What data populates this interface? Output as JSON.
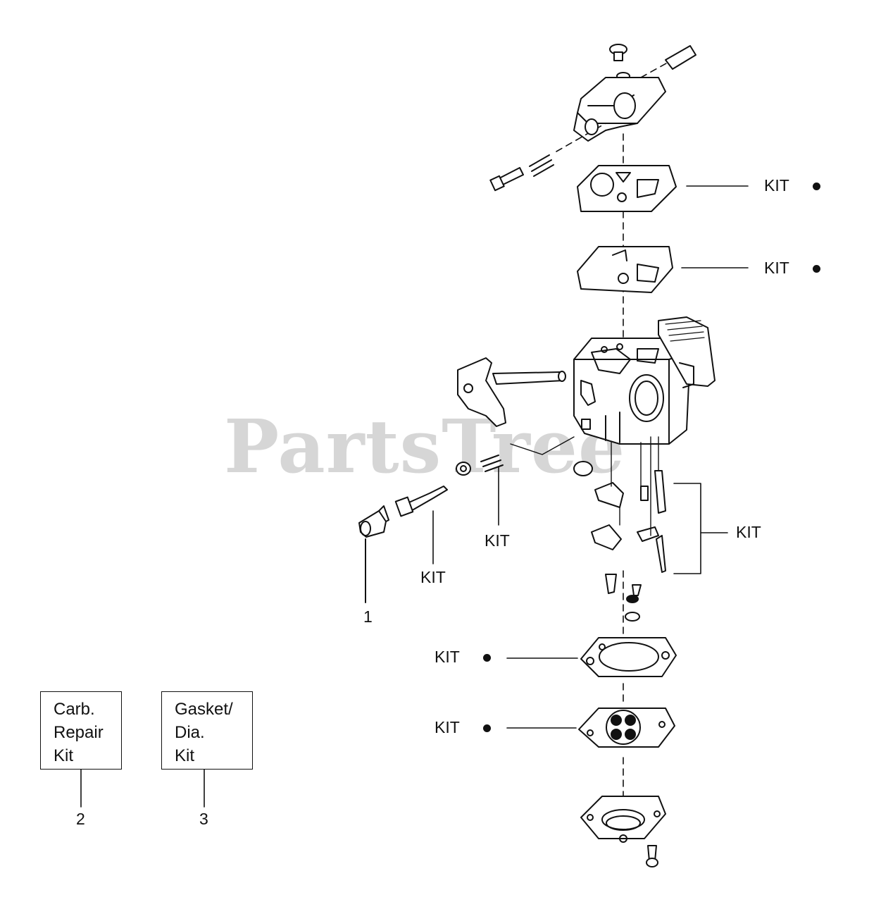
{
  "watermark": {
    "text": "PartsTree"
  },
  "callouts": {
    "kit_top_gasket": {
      "text": "KIT"
    },
    "kit_diaphragm_upper": {
      "text": "KIT"
    },
    "kit_needle": {
      "text": "KIT"
    },
    "kit_spring": {
      "text": "KIT"
    },
    "kit_inlet_group": {
      "text": "KIT"
    },
    "kit_lower_gasket": {
      "text": "KIT"
    },
    "kit_lower_diaphragm": {
      "text": "KIT"
    },
    "ref_1": {
      "text": "1"
    }
  },
  "legend_boxes": [
    {
      "lines": [
        "Carb.",
        "Repair",
        "Kit"
      ],
      "ref": "2"
    },
    {
      "lines": [
        "Gasket/",
        "Dia.",
        "Kit"
      ],
      "ref": "3"
    }
  ]
}
